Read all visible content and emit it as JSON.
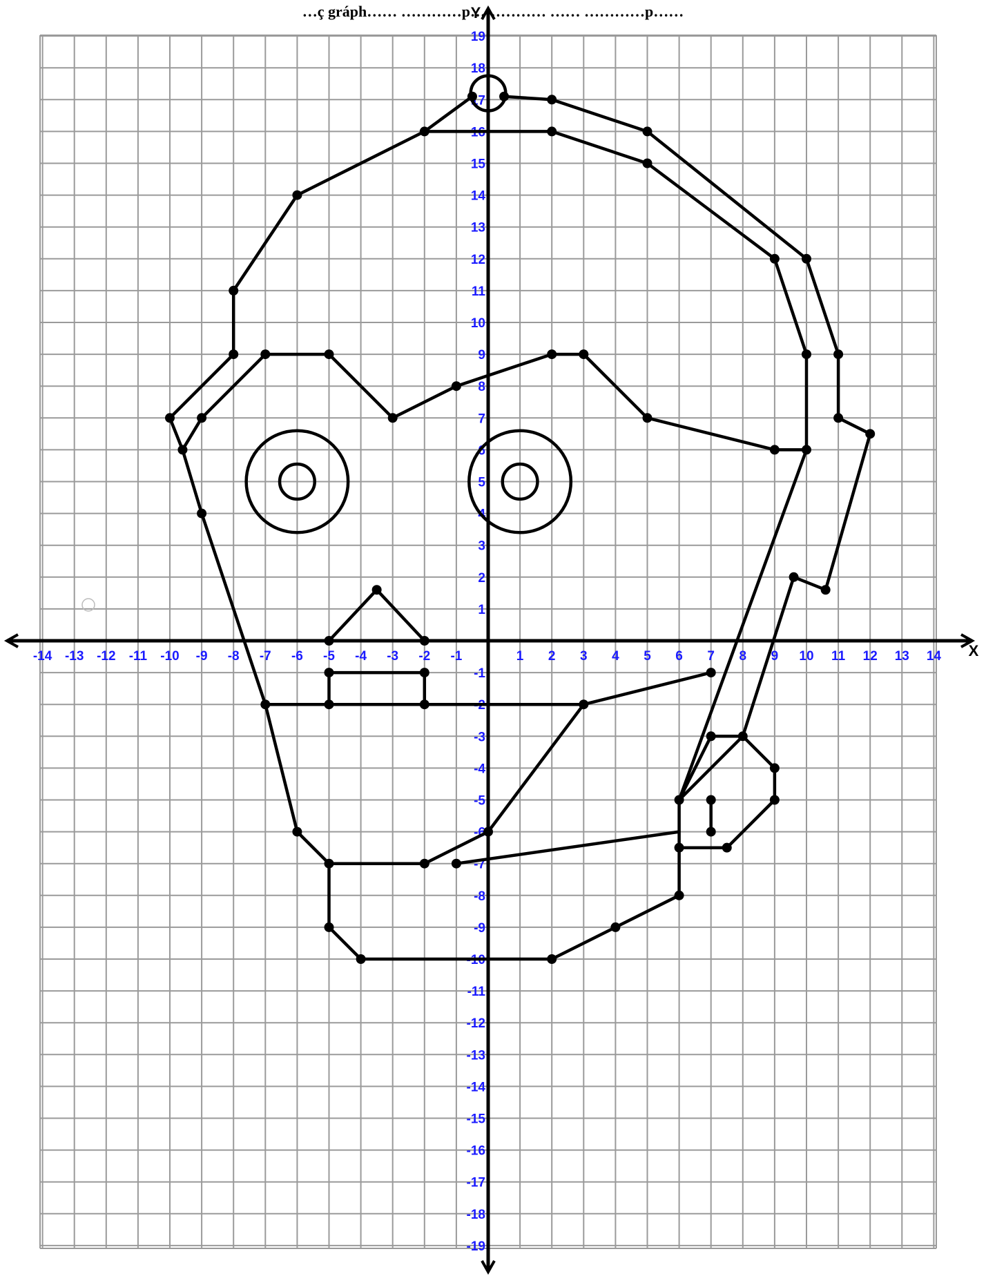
{
  "title": "…ç gráph…… …………p…………… …… …………p……",
  "axes": {
    "x_label": "X",
    "y_label": "Y",
    "x_range": [
      -14,
      14
    ],
    "y_range": [
      -19,
      19
    ]
  },
  "polylines": [
    {
      "name": "head-outer",
      "points": [
        [
          -10,
          7
        ],
        [
          -8,
          9
        ],
        [
          -8,
          11
        ],
        [
          -6,
          14
        ],
        [
          -2,
          16
        ],
        [
          -0.5,
          17.1
        ]
      ]
    },
    {
      "name": "head-inner-left",
      "points": [
        [
          -9.6,
          6
        ],
        [
          -9,
          7
        ],
        [
          -7,
          9
        ],
        [
          -5,
          9
        ],
        [
          -3,
          7
        ],
        [
          -1,
          8
        ],
        [
          2,
          9
        ],
        [
          3,
          9
        ],
        [
          5,
          7
        ],
        [
          9,
          6
        ],
        [
          10,
          6
        ]
      ]
    },
    {
      "name": "forehead-line",
      "points": [
        [
          -2,
          16
        ],
        [
          2,
          16
        ],
        [
          5,
          15
        ],
        [
          9,
          12
        ],
        [
          10,
          9
        ],
        [
          10,
          6
        ]
      ]
    },
    {
      "name": "top-outer-band",
      "points": [
        [
          0.5,
          17.1
        ],
        [
          2,
          17
        ],
        [
          5,
          16
        ],
        [
          10,
          12
        ],
        [
          11,
          9
        ],
        [
          11,
          7
        ],
        [
          12,
          6.5
        ],
        [
          10.6,
          1.6
        ],
        [
          9.6,
          2
        ],
        [
          8,
          -3
        ],
        [
          6,
          -5
        ],
        [
          7,
          -3
        ],
        [
          8,
          -3
        ],
        [
          9,
          -4
        ],
        [
          9,
          -5
        ],
        [
          7.5,
          -6.5
        ],
        [
          6,
          -6.5
        ]
      ]
    },
    {
      "name": "left-face",
      "points": [
        [
          -10,
          7
        ],
        [
          -9.6,
          6
        ],
        [
          -9,
          4
        ],
        [
          -7,
          -2
        ],
        [
          -6,
          -6
        ],
        [
          -5,
          -7
        ],
        [
          -5,
          -9
        ],
        [
          -4,
          -10
        ],
        [
          2,
          -10
        ],
        [
          4,
          -9
        ],
        [
          6,
          -8
        ],
        [
          6,
          -6.5
        ],
        [
          6,
          -5
        ],
        [
          10,
          6
        ]
      ]
    },
    {
      "name": "nose",
      "points": [
        [
          -5,
          0
        ],
        [
          -3.5,
          1.6
        ],
        [
          -2,
          0
        ]
      ]
    },
    {
      "name": "mouth-box",
      "points": [
        [
          -5,
          -1
        ],
        [
          -2,
          -1
        ],
        [
          -2,
          -2
        ],
        [
          -5,
          -2
        ],
        [
          -5,
          -1
        ]
      ]
    },
    {
      "name": "jaw-line",
      "points": [
        [
          -7,
          -2
        ],
        [
          3,
          -2
        ],
        [
          7,
          -1
        ]
      ]
    },
    {
      "name": "chin-diagonal",
      "points": [
        [
          3,
          -2
        ],
        [
          0,
          -6
        ],
        [
          -2,
          -7
        ],
        [
          -5,
          -7
        ]
      ]
    },
    {
      "name": "chin-lower",
      "points": [
        [
          -1,
          -7
        ],
        [
          6,
          -6
        ]
      ]
    },
    {
      "name": "ear-inner",
      "points": [
        [
          7,
          -5
        ],
        [
          7,
          -6
        ]
      ]
    }
  ],
  "points": [
    [
      -10,
      7
    ],
    [
      -8,
      9
    ],
    [
      -8,
      11
    ],
    [
      -6,
      14
    ],
    [
      -2,
      16
    ],
    [
      -0.5,
      17.1
    ],
    [
      0.5,
      17.1
    ],
    [
      2,
      17
    ],
    [
      5,
      16
    ],
    [
      10,
      12
    ],
    [
      11,
      9
    ],
    [
      11,
      7
    ],
    [
      12,
      6.5
    ],
    [
      2,
      16
    ],
    [
      5,
      15
    ],
    [
      9,
      12
    ],
    [
      10,
      9
    ],
    [
      10,
      6
    ],
    [
      9,
      6
    ],
    [
      5,
      7
    ],
    [
      3,
      9
    ],
    [
      2,
      9
    ],
    [
      -1,
      8
    ],
    [
      -3,
      7
    ],
    [
      -5,
      9
    ],
    [
      -7,
      9
    ],
    [
      -9,
      7
    ],
    [
      -9.6,
      6
    ],
    [
      -9,
      4
    ],
    [
      10.6,
      1.6
    ],
    [
      9.6,
      2
    ],
    [
      8,
      -3
    ],
    [
      7,
      -3
    ],
    [
      9,
      -4
    ],
    [
      9,
      -5
    ],
    [
      7,
      -5
    ],
    [
      7,
      -6
    ],
    [
      7.5,
      -6.5
    ],
    [
      6,
      -6.5
    ],
    [
      6,
      -5
    ],
    [
      6,
      -8
    ],
    [
      4,
      -9
    ],
    [
      2,
      -10
    ],
    [
      -4,
      -10
    ],
    [
      -5,
      -9
    ],
    [
      -5,
      -7
    ],
    [
      -6,
      -6
    ],
    [
      -7,
      -2
    ],
    [
      -5,
      -2
    ],
    [
      -5,
      -1
    ],
    [
      -2,
      -1
    ],
    [
      -2,
      -2
    ],
    [
      3,
      -2
    ],
    [
      7,
      -1
    ],
    [
      0,
      -6
    ],
    [
      -2,
      -7
    ],
    [
      -1,
      -7
    ],
    [
      -5,
      0
    ],
    [
      -3.5,
      1.6
    ],
    [
      -2,
      0
    ]
  ],
  "circles": [
    {
      "name": "left-eye-outer",
      "cx": -6,
      "cy": 5,
      "r": 1.6
    },
    {
      "name": "left-eye-inner",
      "cx": -6,
      "cy": 5,
      "r": 0.55
    },
    {
      "name": "right-eye-outer",
      "cx": 1,
      "cy": 5,
      "r": 1.6
    },
    {
      "name": "right-eye-inner",
      "cx": 1,
      "cy": 5,
      "r": 0.55
    },
    {
      "name": "top-ring",
      "cx": 0,
      "cy": 17.2,
      "r": 0.55
    }
  ]
}
